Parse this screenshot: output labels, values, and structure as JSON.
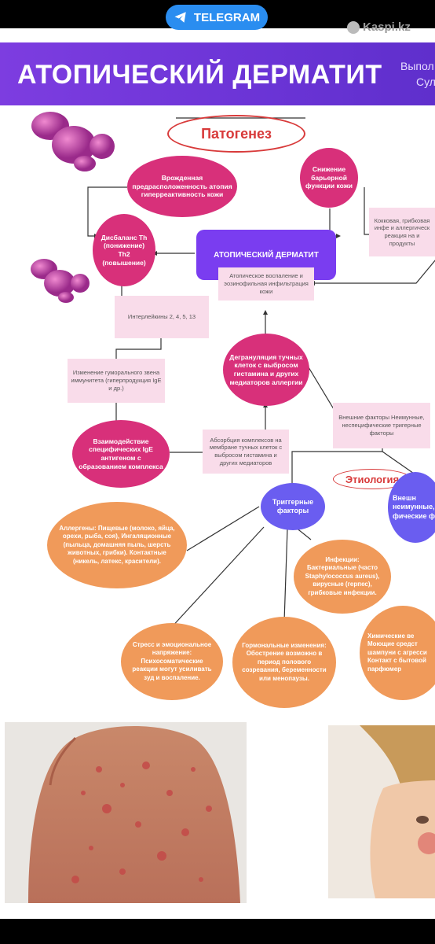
{
  "topbar": {
    "telegram_label": "TELEGRAM",
    "watermark": "Kaspi.kz"
  },
  "header": {
    "title": "АТОПИЧЕСКИЙ ДЕРМАТИТ",
    "sub1": "Выпол",
    "sub2": "Султ"
  },
  "diagram": {
    "pathogenesis_title": "Патогенез",
    "etiology_title": "Этиология",
    "main_node": "АТОПИЧЕСКИЙ ДЕРМАТИТ",
    "inflammation": "Атопическое воспаление и эозинофильная инфильтрация кожи",
    "predisposition": "Врожденная предрасположенность атопия гиперреактивность кожи",
    "barrier": "Снижение барьерной функции кожи",
    "infections_box": "Кокковая, грибковая инфе и аллергическ реакция на и продукты",
    "th_imbalance": "Дисбаланс Th (понижение) Th2 (повышение)",
    "interleukins": "Интерлейкины 2, 4, 5, 13",
    "humoral": "Изменение гуморального звена иммунитета (гиперпродукция IgE и др.)",
    "degranulation": "Дегрануляция тучных клеток с выбросом гистамина и других медиаторов аллергии",
    "ige_interaction": "Взаимодействие специфических IgE антигеном с образованием комплекса",
    "absorption": "Абсорбция комплексов на мембране тучных клеток с выбросом гистамина и других медиаторов",
    "external_factors": "Внешние факторы Неимунные, неспецифические тригерные факторы",
    "trigger_factors": "Триггерные факторы",
    "external_right": "Внешн неимунные, фические ф",
    "allergens": "Аллергены: Пищевые (молоко, яйца, орехи, рыба, соя), Ингаляционные (пыльца, домашняя пыль, шерсть животных, грибки). Контактные (никель, латекс, красители).",
    "infections": "Инфекции: Бактериальные (часто Staphylococcus aureus), вирусные (герпес), грибковые инфекции.",
    "stress": "Стресс и эмоциональное напряжение: Психосоматические реакции могут усиливать зуд и воспаление.",
    "hormonal": "Гормональные изменения: Обострение возможно в период полового созревания, беременности или менопаузы.",
    "chemical": "Химические ве Моющие средст шампуни с агресси Контакт с бытовой парфюмер"
  },
  "colors": {
    "header": "#6b34d6",
    "pink": "#d8307a",
    "blue": "#6a5df0",
    "orange": "#f09a5a",
    "box": "#f9dcea",
    "title_red": "#d83a3a"
  }
}
